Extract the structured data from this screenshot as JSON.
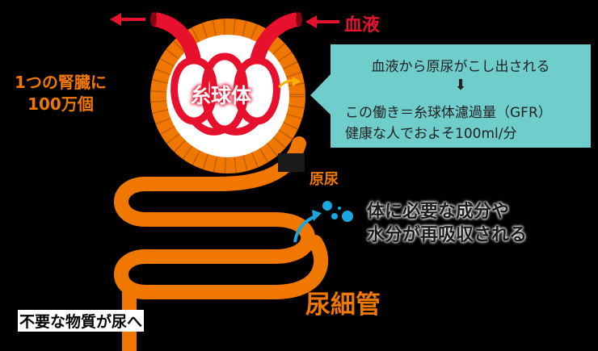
{
  "labels": {
    "blood": "血液",
    "nephron_count_line1": "1つの腎臓に",
    "nephron_count_line2": "100万個",
    "glomerulus": "糸球体",
    "primary_urine": "原尿",
    "renal_tubule": "尿細管",
    "reabsorb_line1": "体に必要な成分や",
    "reabsorb_line2": "水分が再吸収される",
    "waste": "不要な物質が尿へ"
  },
  "info_box": {
    "line1": "血液から原尿がこし出される",
    "arrow": "⬇",
    "line2": "この働き＝糸球体濾過量（GFR）",
    "line3": "健康な人でおよそ100ml/分"
  },
  "colors": {
    "blood_red": "#e8112d",
    "tubule_orange": "#f07800",
    "info_teal": "#6fcdcc",
    "water_blue": "#1aa7e0"
  }
}
